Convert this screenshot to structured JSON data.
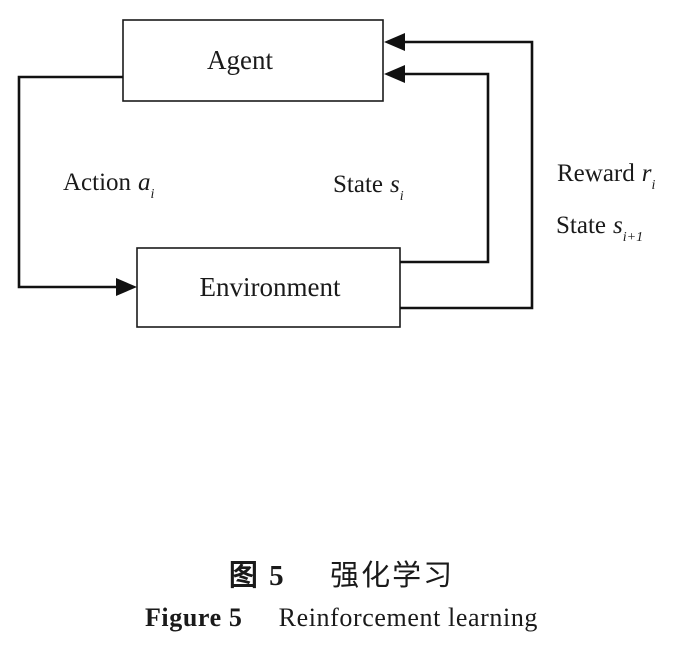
{
  "diagram": {
    "nodes": {
      "agent": "Agent",
      "environment": "Environment"
    },
    "edges": {
      "action": {
        "label": "Action",
        "symbol": "a",
        "subscript": "i"
      },
      "state": {
        "label": "State",
        "symbol": "s",
        "subscript": "i"
      },
      "reward": {
        "label": "Reward",
        "symbol": "r",
        "subscript": "i"
      },
      "next_state": {
        "label": "State",
        "symbol": "s",
        "subscript": "i+1"
      }
    }
  },
  "caption": {
    "cn_label": "图 5",
    "cn_text": "强化学习",
    "en_label": "Figure 5",
    "en_text": "Reinforcement learning"
  }
}
